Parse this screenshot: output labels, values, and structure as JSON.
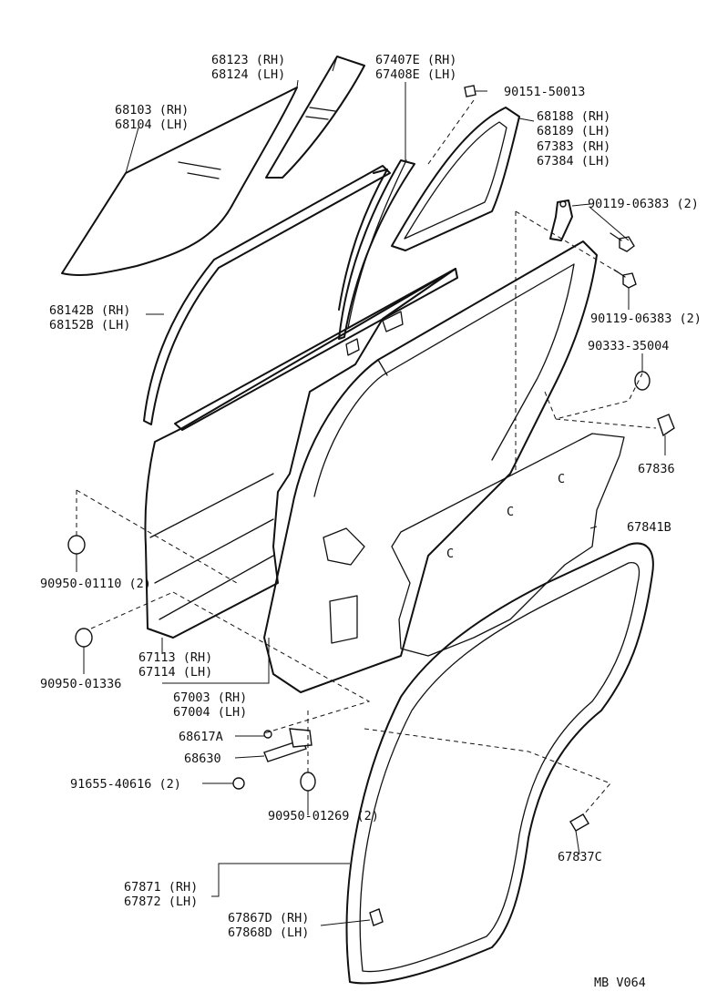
{
  "labels": {
    "glass": [
      "68103 (RH)",
      "68104 (LH)"
    ],
    "quarter_glass": [
      "68123 (RH)",
      "68124 (LH)"
    ],
    "division_bar": [
      "67407E (RH)",
      "67408E (LH)"
    ],
    "screw": "90151-50013",
    "frame_seal": [
      "68188 (RH)",
      "68189 (LH)"
    ],
    "hinge_plate": [
      "67383 (RH)",
      "67384 (LH)"
    ],
    "bolt_upper": "90119-06383 (2)",
    "bolt_lower": "90119-06383 (2)",
    "plug_right": "90333-35004",
    "clip_right": "67836",
    "weatherstrip_belt": [
      "68142B (RH)",
      "68152B (LH)"
    ],
    "hole_plug_1": "90950-01110 (2)",
    "hole_plug_2": "90950-01336",
    "moulding": [
      "67113 (RH)",
      "67114 (LH)"
    ],
    "door_panel": [
      "67003 (RH)",
      "67004 (LH)"
    ],
    "check_pin": "68617A",
    "check": "68630",
    "nut": "91655-40616 (2)",
    "hole_plug_3": "90950-01269 (2)",
    "service_cover": "67841B",
    "clip_lower": "67837C",
    "door_weatherstrip": [
      "67871 (RH)",
      "67872 (LH)"
    ],
    "weatherstrip_clip": [
      "67867D (RH)",
      "67868D (LH)"
    ],
    "drawing_code": "MB V064"
  }
}
